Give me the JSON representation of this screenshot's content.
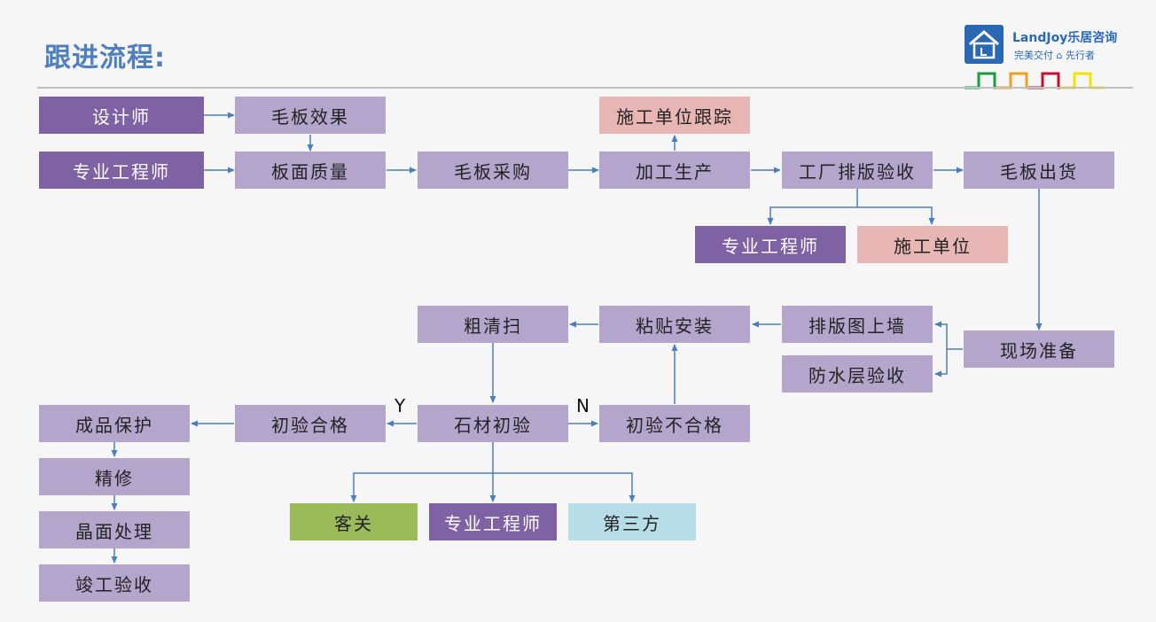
{
  "header": {
    "title": "跟进流程:",
    "logo_name": "LandJoy乐居咨询",
    "logo_slogan": "完美交付 ⌂ 先行者",
    "stripe_colors": [
      "#1a9c3c",
      "#f0a020",
      "#c8102e",
      "#f5e400"
    ]
  },
  "nodes": {
    "designer": "设计师",
    "eng1": "专业工程师",
    "effect": "毛板效果",
    "quality": "板面质量",
    "purchase": "毛板采购",
    "tracking": "施工单位跟踪",
    "production": "加工生产",
    "factory_check": "工厂排版验收",
    "shipment": "毛板出货",
    "eng2": "专业工程师",
    "contractor": "施工单位",
    "site_prep": "现场准备",
    "wall_layout": "排版图上墙",
    "waterproof": "防水层验收",
    "install": "粘贴安装",
    "rough_clean": "粗清扫",
    "initial_check": "石材初验",
    "pass": "初验合格",
    "fail": "初验不合格",
    "protect": "成品保护",
    "refine": "精修",
    "crystal": "晶面处理",
    "completion": "竣工验收",
    "client": "客关",
    "eng3": "专业工程师",
    "third_party": "第三方"
  },
  "labels": {
    "yes": "Y",
    "no": "N"
  },
  "colors": {
    "dark": "#7f62a3",
    "light": "#b3a5cc",
    "pink": "#e8b6b4",
    "green": "#9bbb59",
    "cyan": "#b7dde8",
    "line": "#4a7ebb"
  }
}
